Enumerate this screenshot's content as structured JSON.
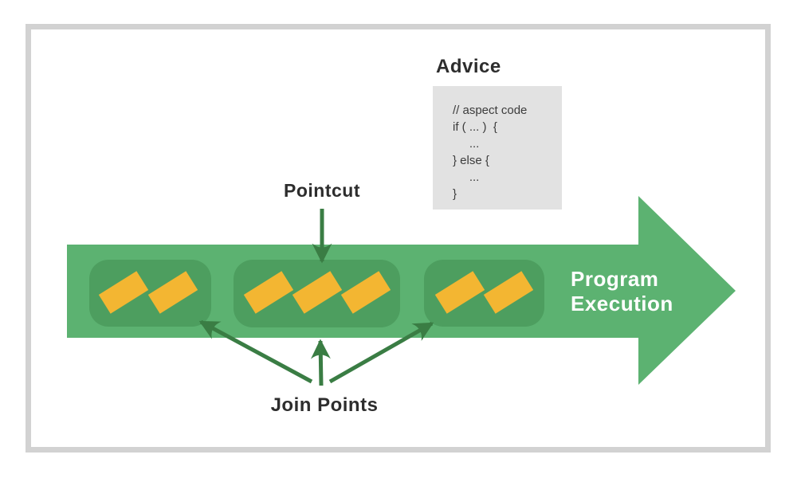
{
  "diagram": {
    "advice": {
      "title": "Advice",
      "code_lines": [
        "// aspect code",
        "if ( ... )  {",
        "     ...",
        "} else {",
        "     ...",
        "}"
      ]
    },
    "pointcut": {
      "label": "Pointcut"
    },
    "join_points": {
      "label": "Join Points",
      "group_chip_counts": [
        2,
        3,
        2
      ]
    },
    "program_execution": {
      "line1": "Program",
      "line2": "Execution"
    },
    "colors": {
      "band_green": "#5cb271",
      "group_green": "#4d9e5f",
      "chip_yellow": "#f3b632",
      "arrow_dark_green": "#3a7d44",
      "advice_box_bg": "#e2e2e2",
      "frame_gray": "#d2d2d2",
      "heading_text": "#2d2d2d",
      "code_text": "#3c3c3c"
    }
  }
}
